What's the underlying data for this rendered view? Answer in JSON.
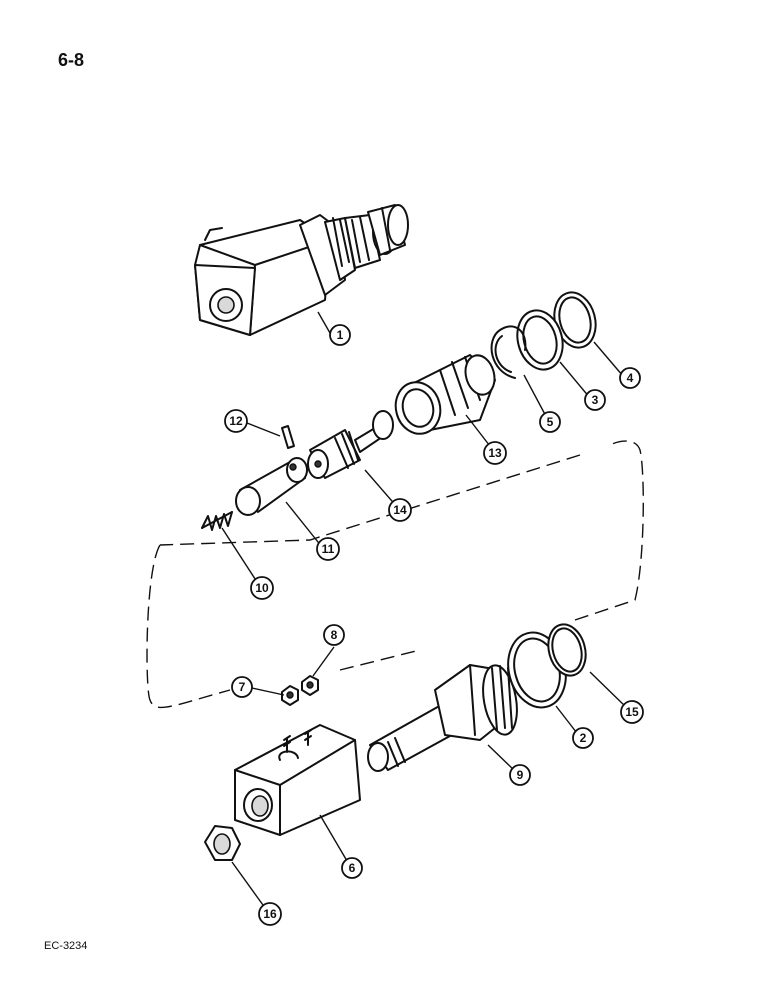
{
  "page_number": "6-8",
  "figure_code": "EC-3234",
  "callouts": [
    "1",
    "2",
    "3",
    "4",
    "5",
    "6",
    "7",
    "8",
    "9",
    "10",
    "11",
    "12",
    "13",
    "14",
    "15",
    "16"
  ]
}
